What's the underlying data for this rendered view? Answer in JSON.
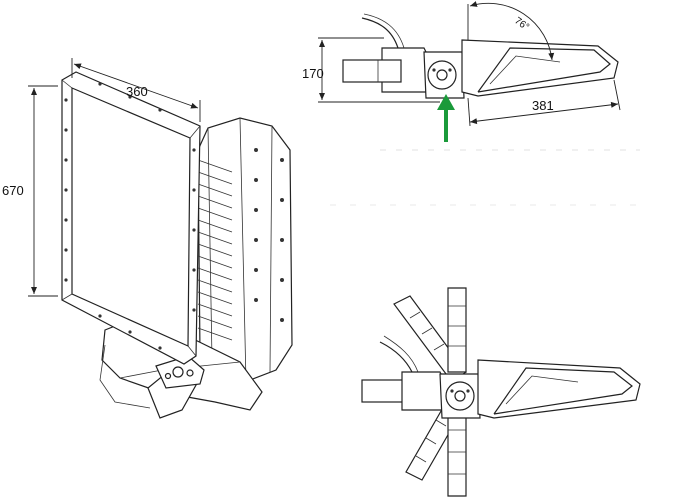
{
  "drawing": {
    "front_view": {
      "width_dim": "360",
      "height_dim": "670"
    },
    "side_view": {
      "height_dim": "170",
      "depth_dim": "381",
      "angle_dim": "76°"
    },
    "indicator": {
      "color": "#1a9a3a",
      "icon": "arrow-up-icon"
    }
  }
}
